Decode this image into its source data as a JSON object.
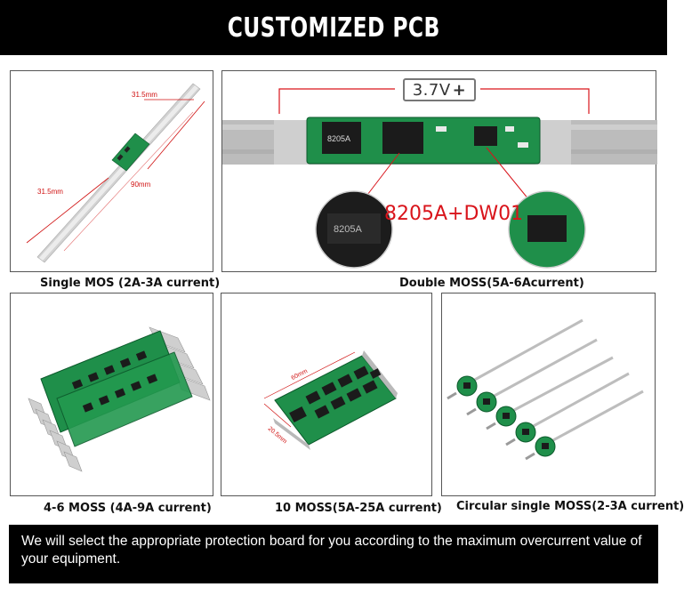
{
  "header": {
    "title": "CUSTOMIZED PCB"
  },
  "panels": {
    "single_mos": {
      "caption": "Single MOS (2A-3A current)",
      "dim_top": "31.5mm",
      "dim_left": "31.5mm",
      "dim_total": "90mm"
    },
    "double_moss": {
      "caption": "Double MOSS(5A-6Acurrent)",
      "battery": "3.7V",
      "chip_label": "8205A+DW01",
      "chip_marking": "8205A"
    },
    "four_six_moss": {
      "caption": "4-6 MOSS (4A-9A current)"
    },
    "ten_moss": {
      "caption": "10 MOSS(5A-25A current)",
      "dim_long": "60mm",
      "dim_short": "20.5mm"
    },
    "circular_moss": {
      "caption": "Circular single MOSS(2-3A current)"
    }
  },
  "footer": {
    "text": "We will select the appropriate protection board for you according to the maximum overcurrent value of your equipment."
  },
  "colors": {
    "pcb_green": "#1f8f4a",
    "nickel": "#c9c9c9",
    "accent_red": "#d9141b"
  }
}
